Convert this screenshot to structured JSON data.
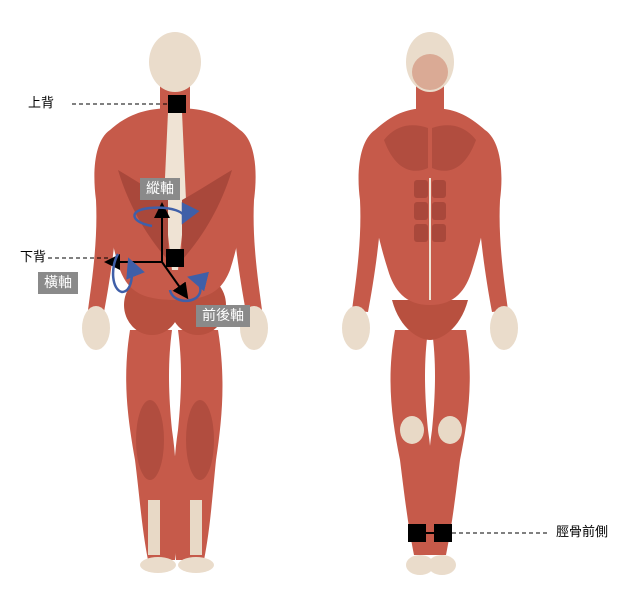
{
  "labels": {
    "upper_back": "上背",
    "lower_back": "下背",
    "shin_front": "脛骨前側"
  },
  "axes": {
    "longitudinal": "縱軸",
    "transverse": "橫軸",
    "anteroposterior": "前後軸"
  },
  "colors": {
    "muscle": "#c65a4a",
    "muscle_dark": "#9e3f33",
    "tendon": "#efe3d4",
    "skin_head": "#eadccb",
    "tag_bg": "#8a8a8a",
    "sensor": "#000000",
    "rotation_arrow": "#3f5fa8"
  }
}
